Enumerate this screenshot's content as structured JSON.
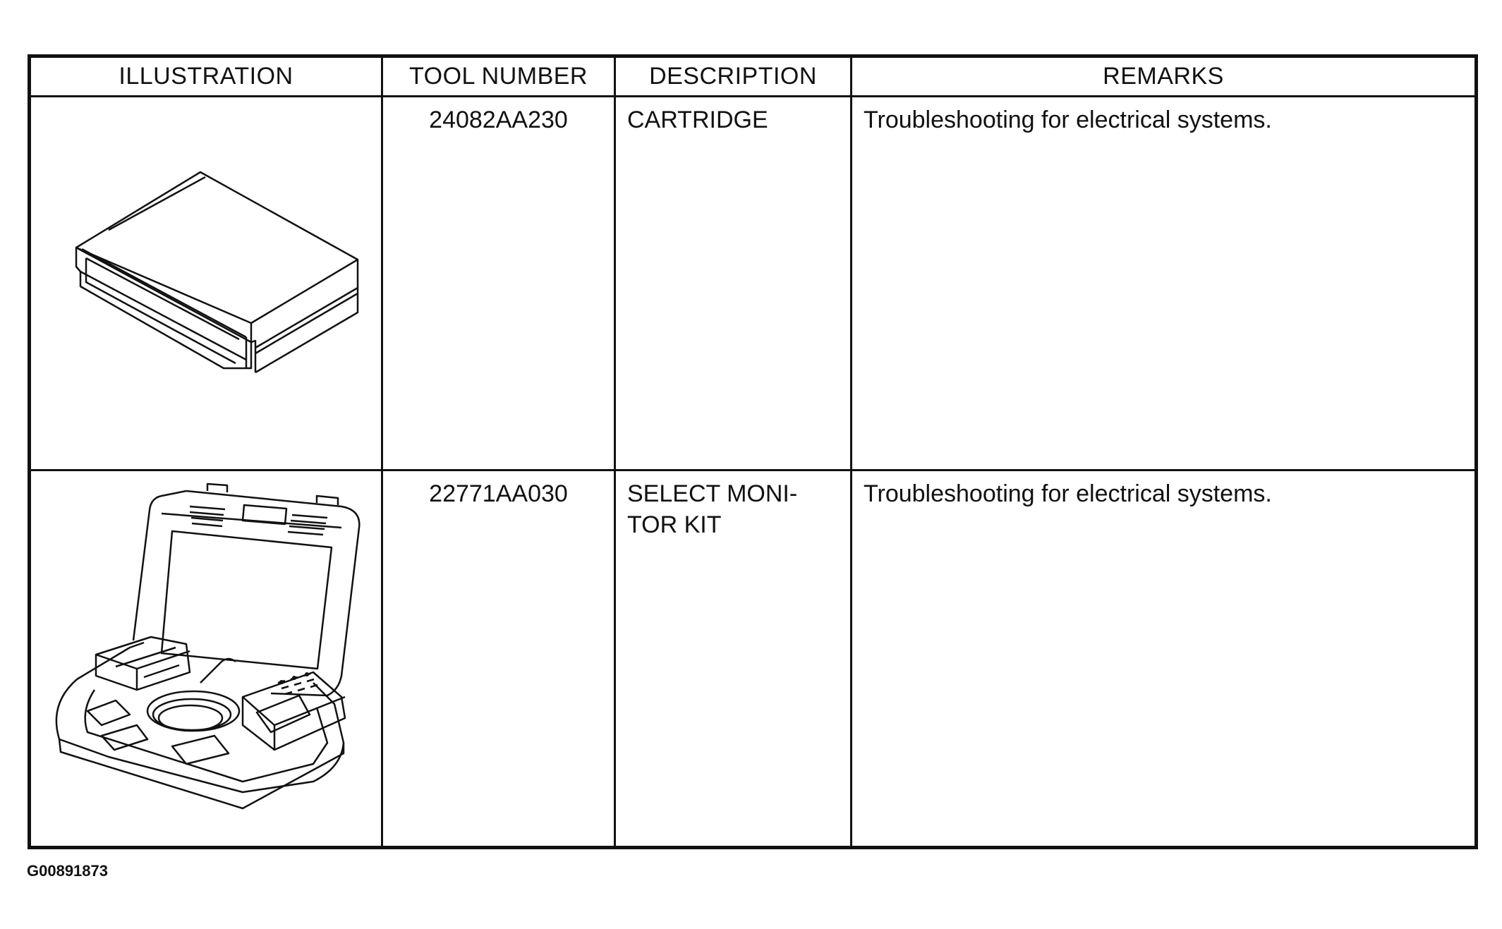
{
  "table": {
    "headers": {
      "illustration": "ILLUSTRATION",
      "tool_number": "TOOL NUMBER",
      "description": "DESCRIPTION",
      "remarks": "REMARKS"
    },
    "rows": [
      {
        "illustration_icon": "cartridge-icon",
        "tool_number": "24082AA230",
        "description": "CARTRIDGE",
        "remarks": "Troubleshooting for electrical systems."
      },
      {
        "illustration_icon": "select-monitor-kit-icon",
        "tool_number": "22771AA030",
        "description_line1": "SELECT MONI-",
        "description_line2": "TOR KIT",
        "remarks": "Troubleshooting for electrical systems."
      }
    ]
  },
  "figure_id": "G00891873"
}
